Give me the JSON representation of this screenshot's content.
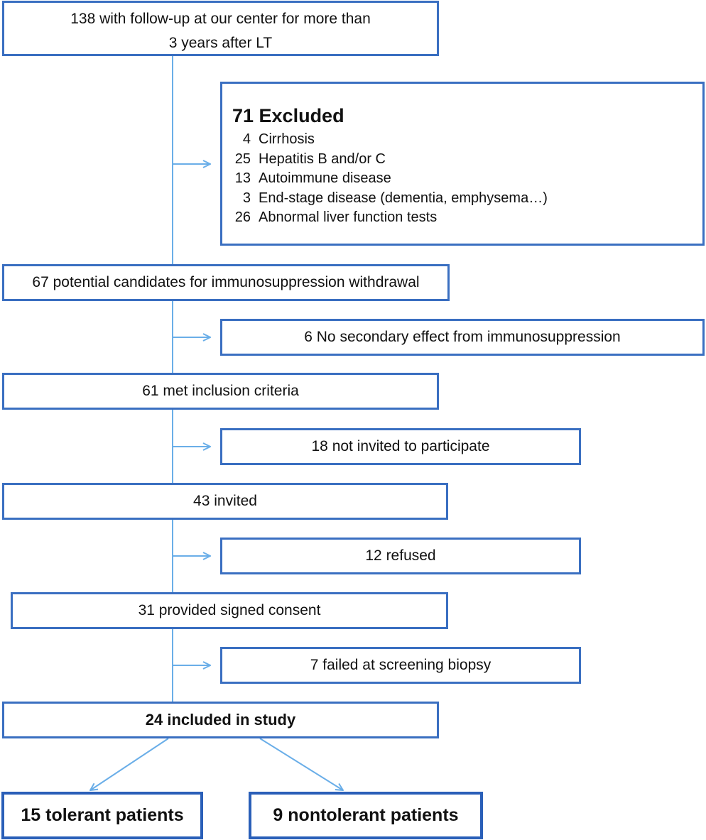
{
  "boxes": {
    "start": {
      "line1": "138 with follow-up at our center for more than",
      "line2": "3 years after LT"
    },
    "excluded": {
      "title": "71 Excluded",
      "items": [
        {
          "count": "4",
          "reason": "Cirrhosis"
        },
        {
          "count": "25",
          "reason": "Hepatitis B and/or C"
        },
        {
          "count": "13",
          "reason": "Autoimmune disease"
        },
        {
          "count": "3",
          "reason": "End-stage disease (dementia, emphysema…)"
        },
        {
          "count": "26",
          "reason": "Abnormal liver function tests"
        }
      ]
    },
    "candidates": "67 potential candidates for immunosuppression withdrawal",
    "no_secondary": "6  No secondary effect from immunosuppression",
    "met_criteria": "61 met inclusion criteria",
    "not_invited": "18 not invited to participate",
    "invited": "43 invited",
    "refused": "12 refused",
    "consent": "31 provided signed consent",
    "failed_biopsy": "7 failed at screening biopsy",
    "included": "24 included in study",
    "tolerant": "15 tolerant patients",
    "nontolerant": "9 nontolerant patients"
  },
  "colors": {
    "box_border": "#3a6fc1",
    "arrow": "#6aaee8"
  }
}
